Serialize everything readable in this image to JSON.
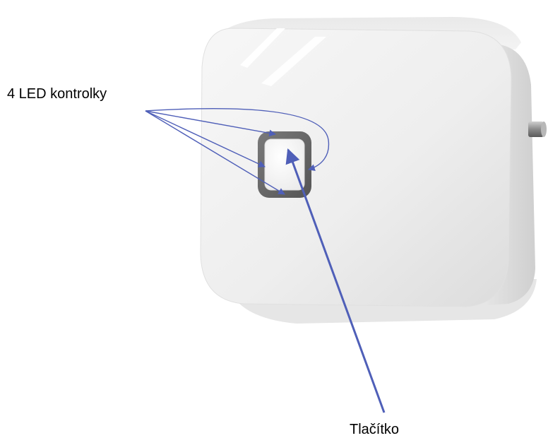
{
  "labels": {
    "leds": "4 LED kontrolky",
    "button": "Tlačítko"
  },
  "colors": {
    "arrow": "#4f5fb8",
    "device_body": "#eeeeee",
    "led_ring": "#6b6b6b",
    "button_face": "#f6f6f6"
  },
  "icons": {
    "device": "smart-plug-device"
  }
}
